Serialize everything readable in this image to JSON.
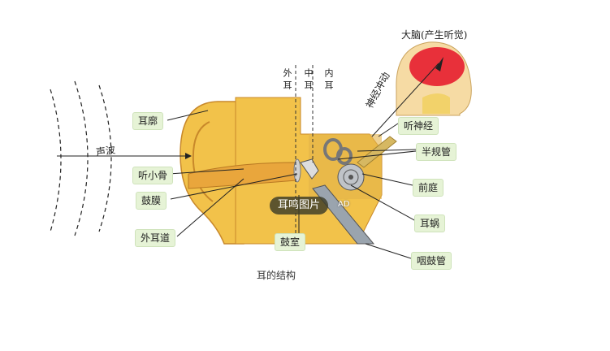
{
  "labels": {
    "brain": "大脑(产生听觉)",
    "nerve_impulse": "神经冲动",
    "auditory_nerve": "听神经",
    "semicircular_canals": "半规管",
    "vestibule": "前庭",
    "cochlea": "耳蜗",
    "eustachian_tube": "咽鼓管",
    "tympanic_cavity": "鼓室",
    "ear_canal": "外耳道",
    "eardrum": "鼓膜",
    "ossicles": "听小骨",
    "sound_wave": "声波",
    "auricle": "耳廓",
    "outer_ear": "外耳",
    "middle_ear": "中耳",
    "inner_ear": "内耳"
  },
  "caption": "耳的结构",
  "ad": {
    "text": "耳鸣图片",
    "tag": "AD"
  },
  "colors": {
    "skin": "#f2c24a",
    "skin_dark": "#d9982a",
    "brain_red": "#e8303a",
    "bone": "#c9b07a",
    "label_bg": "#e6f3d6"
  }
}
